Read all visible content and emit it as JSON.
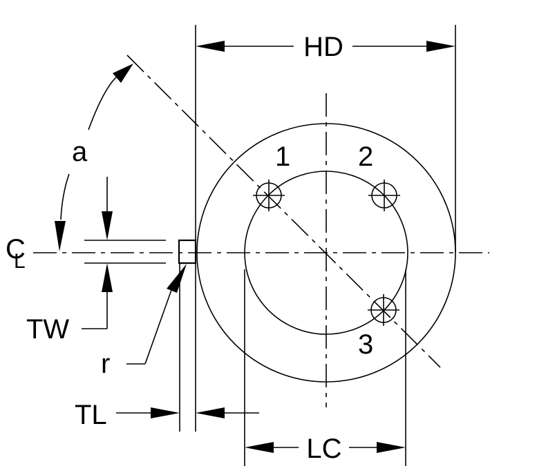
{
  "diagram": {
    "labels": {
      "hd": "HD",
      "lc": "LC",
      "a": "a",
      "tw": "TW",
      "tl": "TL",
      "r": "r",
      "hole1": "1",
      "hole2": "2",
      "hole3": "3"
    },
    "centerline_symbol": {
      "c": "C",
      "l": "L"
    }
  }
}
